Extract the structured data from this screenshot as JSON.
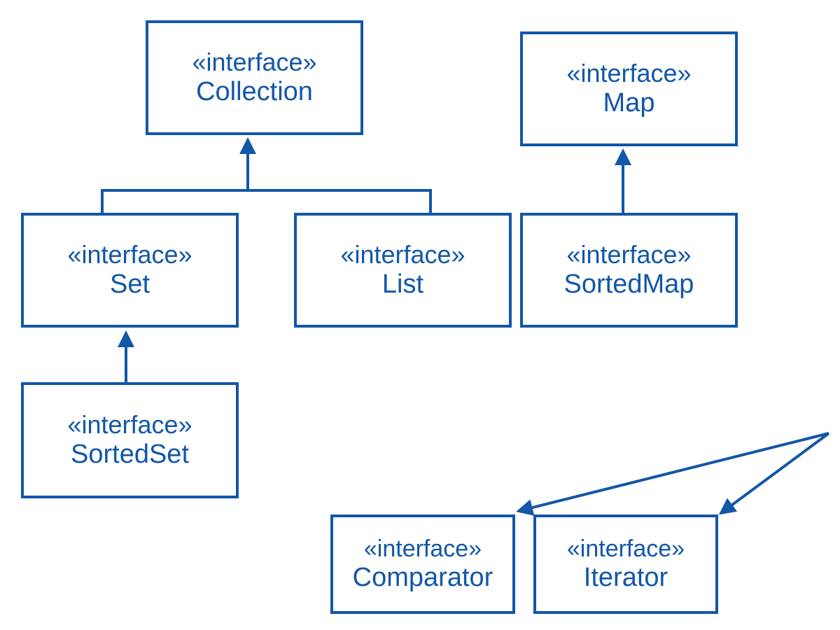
{
  "colors": {
    "stroke": "#1257a8",
    "text": "#1257a8",
    "background": "#ffffff"
  },
  "nodes": {
    "collection": {
      "stereotype": "«interface»",
      "name": "Collection"
    },
    "map": {
      "stereotype": "«interface»",
      "name": "Map"
    },
    "set": {
      "stereotype": "«interface»",
      "name": "Set"
    },
    "list": {
      "stereotype": "«interface»",
      "name": "List"
    },
    "sortedmap": {
      "stereotype": "«interface»",
      "name": "SortedMap"
    },
    "sortedset": {
      "stereotype": "«interface»",
      "name": "SortedSet"
    },
    "comparator": {
      "stereotype": "«interface»",
      "name": "Comparator"
    },
    "iterator": {
      "stereotype": "«interface»",
      "name": "Iterator"
    }
  },
  "relations": [
    {
      "from": "Set",
      "to": "Collection",
      "kind": "extends"
    },
    {
      "from": "List",
      "to": "Collection",
      "kind": "extends"
    },
    {
      "from": "SortedSet",
      "to": "Set",
      "kind": "extends"
    },
    {
      "from": "SortedMap",
      "to": "Map",
      "kind": "extends"
    }
  ]
}
